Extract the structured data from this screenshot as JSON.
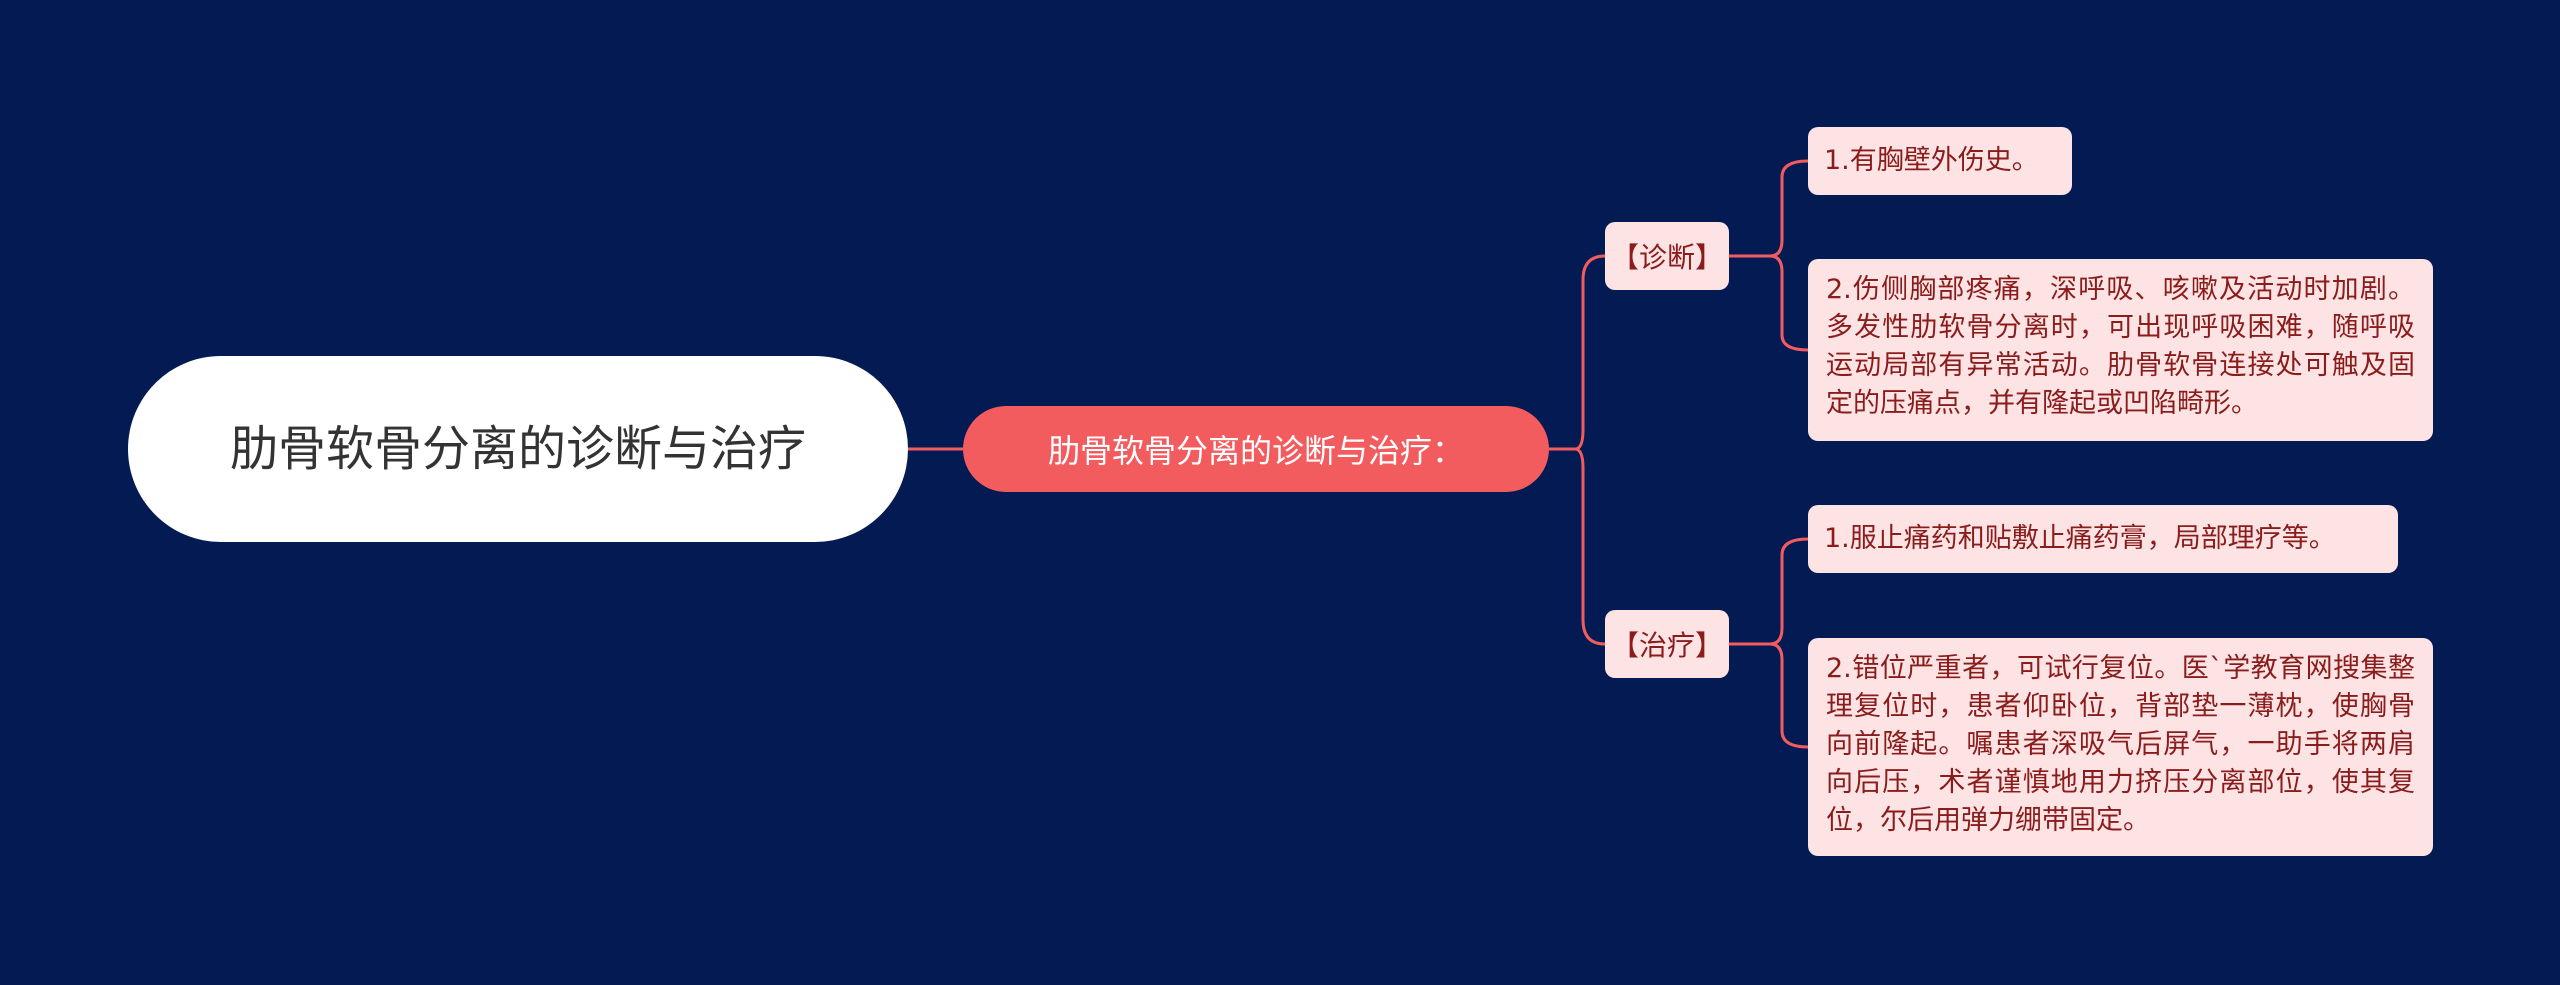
{
  "root": {
    "title": "肋骨软骨分离的诊断与治疗"
  },
  "hub": {
    "label": "肋骨软骨分离的诊断与治疗："
  },
  "branches": [
    {
      "label": "【诊断】",
      "items": [
        "1.有胸壁外伤史。",
        "2.伤侧胸部疼痛，深呼吸、咳嗽及活动时加剧。多发性肋软骨分离时，可出现呼吸困难，随呼吸运动局部有异常活动。肋骨软骨连接处可触及固定的压痛点，并有隆起或凹陷畸形。"
      ]
    },
    {
      "label": "【治疗】",
      "items": [
        "1.服止痛药和贴敷止痛药膏，局部理疗等。",
        "2.错位严重者，可试行复位。医`学教育网搜集整理复位时，患者仰卧位，背部垫一薄枕，使胸骨向前隆起。嘱患者深吸气后屏气，一助手将两肩向后压，术者谨慎地用力挤压分离部位，使其复位，尔后用弹力绷带固定。"
      ]
    }
  ],
  "colors": {
    "background": "#041a52",
    "root_fill": "#ffffff",
    "hub_fill": "#f35c5f",
    "leaf_fill": "#fde3e3",
    "connector": "#f35c5f",
    "leaf_text": "#8a1c1c"
  }
}
